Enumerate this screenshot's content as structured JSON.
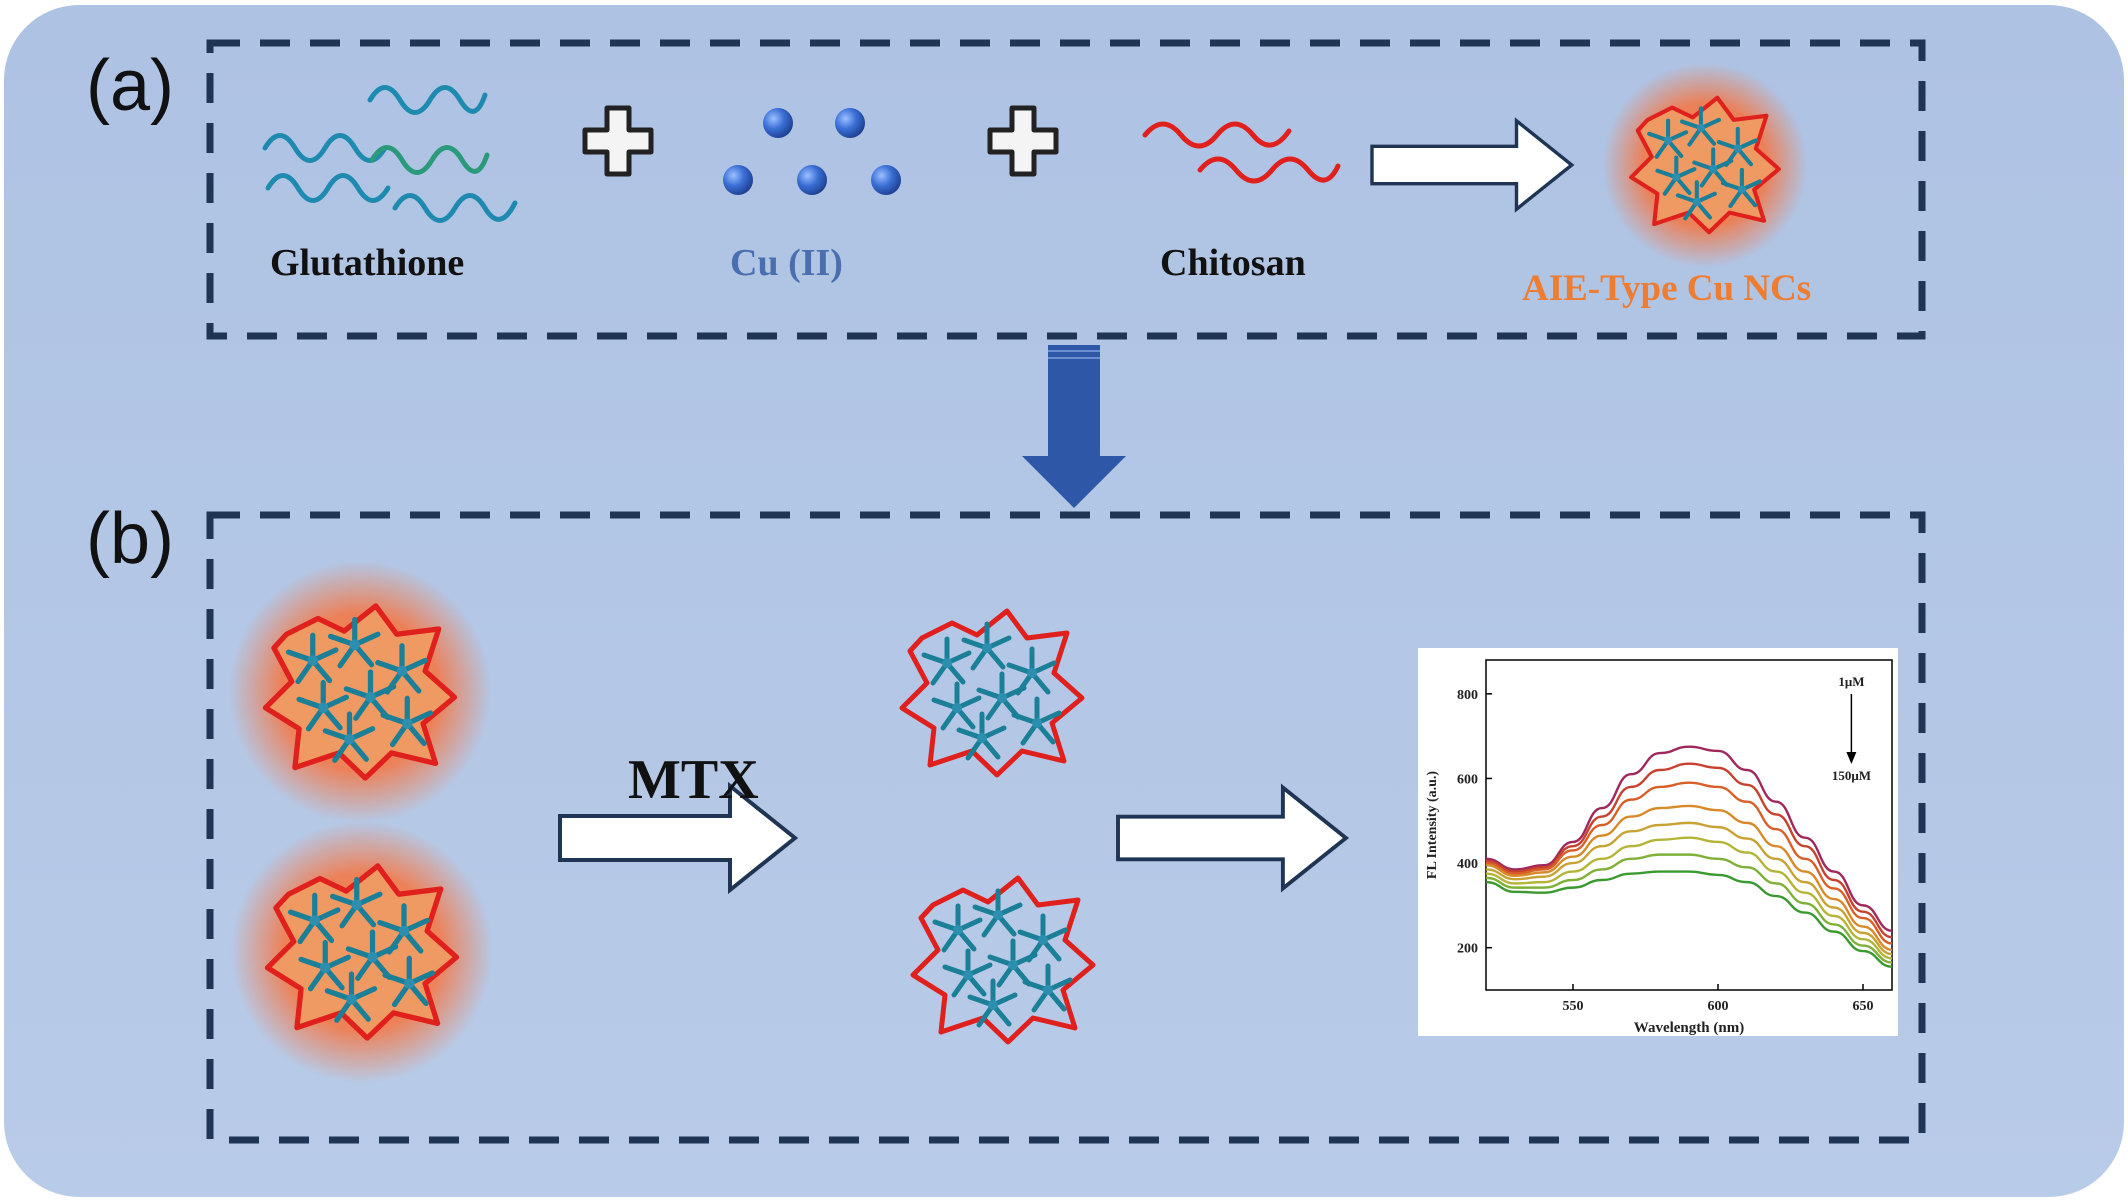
{
  "panels": {
    "a": {
      "label": "(a)"
    },
    "b": {
      "label": "(b)"
    }
  },
  "reagents": {
    "glutathione": "Glutathione",
    "copper": "Cu (II)",
    "chitosan": "Chitosan",
    "product": "AIE-Type Cu NCs"
  },
  "reaction": {
    "analyte": "MTX"
  },
  "colors": {
    "background_panel": "#b3c6e6",
    "dashed_border": "#1f3553",
    "arrow_down": "#2f57a8",
    "glutathione_strand": "#1f8ab0",
    "copper_sphere": "#3a6fd6",
    "chitosan_strand": "#e0201d",
    "product_label": "#ee7d31",
    "copper_label": "#4a6fb0"
  },
  "icons": {
    "plus": "plus-icon",
    "arrow_right": "hollow-arrow-right-icon",
    "arrow_down": "block-arrow-down-icon",
    "nanocluster": "cu-nanocluster-icon"
  },
  "chart_data": {
    "type": "line",
    "xlabel": "Wavelength (nm)",
    "ylabel": "FL Intensity (a.u.)",
    "xlim": [
      520,
      660
    ],
    "ylim": [
      100,
      880
    ],
    "xticks": [
      550,
      600,
      650
    ],
    "yticks": [
      200,
      400,
      600,
      800
    ],
    "grid": false,
    "annotation_top": "1μM",
    "annotation_bottom": "150μM",
    "x": [
      520,
      530,
      540,
      550,
      560,
      570,
      580,
      590,
      600,
      610,
      620,
      630,
      640,
      650,
      660
    ],
    "series": [
      {
        "color": "#a0285a",
        "values": [
          410,
          385,
          395,
          450,
          530,
          610,
          660,
          675,
          665,
          620,
          545,
          460,
          380,
          300,
          240
        ]
      },
      {
        "color": "#c8402e",
        "values": [
          405,
          380,
          390,
          440,
          510,
          580,
          620,
          635,
          625,
          585,
          515,
          440,
          360,
          285,
          225
        ]
      },
      {
        "color": "#d86028",
        "values": [
          400,
          375,
          385,
          430,
          490,
          550,
          580,
          590,
          580,
          545,
          480,
          410,
          340,
          270,
          210
        ]
      },
      {
        "color": "#d88a2a",
        "values": [
          395,
          370,
          378,
          415,
          465,
          510,
          530,
          535,
          525,
          495,
          440,
          380,
          315,
          250,
          195
        ]
      },
      {
        "color": "#c8a232",
        "values": [
          385,
          362,
          368,
          400,
          440,
          475,
          490,
          495,
          485,
          458,
          410,
          355,
          295,
          235,
          185
        ]
      },
      {
        "color": "#b4b438",
        "values": [
          375,
          352,
          355,
          380,
          410,
          440,
          455,
          460,
          450,
          425,
          380,
          330,
          275,
          220,
          175
        ]
      },
      {
        "color": "#7fb038",
        "values": [
          365,
          342,
          342,
          360,
          385,
          410,
          420,
          420,
          410,
          390,
          352,
          305,
          255,
          205,
          165
        ]
      },
      {
        "color": "#3a9a30",
        "values": [
          355,
          332,
          330,
          342,
          360,
          375,
          380,
          380,
          372,
          355,
          322,
          283,
          238,
          192,
          155
        ]
      }
    ]
  }
}
